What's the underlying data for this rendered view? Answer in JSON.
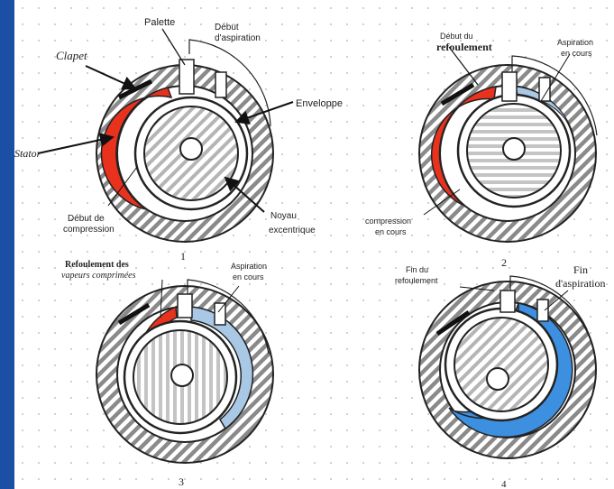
{
  "figure": {
    "panels": [
      {
        "number": "1",
        "labels": {
          "clapet": "Clapet",
          "palette": "Palette",
          "debut_aspiration": [
            "Début",
            "d'aspiration"
          ],
          "enveloppe": "Enveloppe",
          "stator": "Stator",
          "debut_compression": [
            "Début de",
            "compression"
          ],
          "noyau": [
            "Noyau",
            "excentrique"
          ]
        }
      },
      {
        "number": "2",
        "labels": {
          "debut_refoulement": [
            "Début du",
            "refoulement"
          ],
          "aspiration_en_cours": [
            "Aspiration",
            "en cours"
          ],
          "compression_en_cours": [
            "compression",
            "en cours"
          ]
        }
      },
      {
        "number": "3",
        "labels": {
          "refoulement_vapeurs": [
            "Refoulement des",
            "vapeurs comprimées"
          ],
          "aspiration_en_cours": [
            "Aspiration",
            "en cours"
          ]
        }
      },
      {
        "number": "4",
        "labels": {
          "fin_refoulement": [
            "Fin du",
            "refoulement"
          ],
          "fin_aspiration": [
            "Fin",
            "d'aspiration"
          ]
        }
      }
    ]
  },
  "colors": {
    "compression": "#e8321e",
    "aspiration_light": "#a9c8e6",
    "aspiration_full": "#3d8fe0",
    "hatch": "#8a8a8a",
    "sidebar": "#1a4fa3"
  }
}
